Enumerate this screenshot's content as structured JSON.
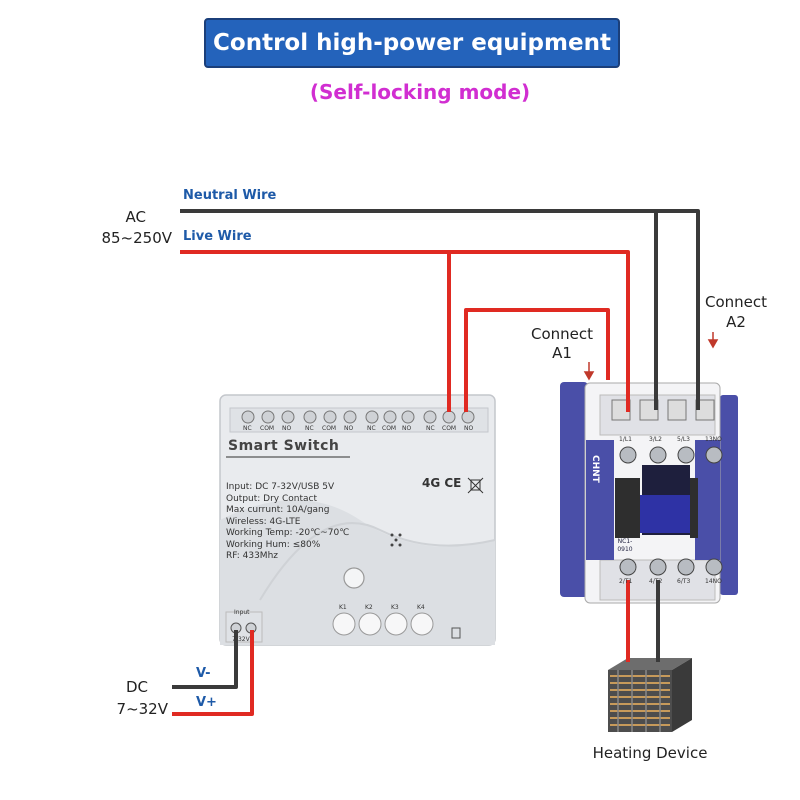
{
  "header": {
    "title": "Control high-power equipment",
    "subtitle": "(Self-locking mode)"
  },
  "labels": {
    "ac_line1": "AC",
    "ac_line2": "85~250V",
    "neutral_wire": "Neutral Wire",
    "live_wire": "Live Wire",
    "connect_a1_line1": "Connect",
    "connect_a1_line2": "A1",
    "connect_a2_line1": "Connect",
    "connect_a2_line2": "A2",
    "dc_line1": "DC",
    "dc_line2": "7~32V",
    "v_minus": "V-",
    "v_plus": "V+",
    "heating_device": "Heating Device"
  },
  "smart_switch": {
    "name": "Smart Switch",
    "terminal_labels": [
      "NC",
      "COM",
      "NO",
      "NC",
      "COM",
      "NO",
      "NC",
      "COM",
      "NO",
      "NC",
      "COM",
      "NO"
    ],
    "specs": [
      "Input:  DC 7-32V/USB 5V",
      "Output:  Dry Contact",
      "Max currunt:  10A/gang",
      "Wireless:  4G-LTE",
      "Working Temp:  -20℃~70℃",
      "Working Hum:  ≤80%",
      "RF:  433Mhz"
    ],
    "cert_marks": "4G CE",
    "buttons": [
      "K1",
      "K2",
      "K3",
      "K4"
    ],
    "input_label": "Input",
    "input_voltage": "7-32V"
  },
  "contactor": {
    "brand": "CHNT",
    "model_line1": "NC1-",
    "model_line2": "0910",
    "top_terminals": [
      "1/L1",
      "3/L2",
      "5/L3",
      "13NO"
    ],
    "bottom_terminals": [
      "2/T1",
      "4/T2",
      "6/T3",
      "14NO"
    ]
  },
  "colors": {
    "title_bg": "#2463bb",
    "subtitle": "#d12ed1",
    "live_wire": "#e02a22",
    "neutral_wire": "#3a3a3a",
    "wire_label": "#1e5aa8",
    "arrow": "#c0392b",
    "contactor_body": "#4a4fa8"
  }
}
